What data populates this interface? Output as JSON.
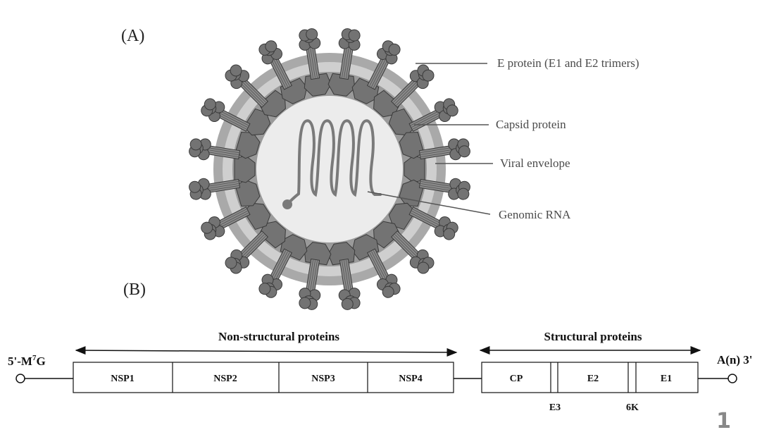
{
  "panel_a": {
    "label": "(A)",
    "annotations": [
      "E protein (E1 and E2 trimers)",
      "Capsid protein",
      "Viral envelope",
      "Genomic RNA"
    ]
  },
  "panel_b": {
    "label": "(B)",
    "five_prime": "5'-M",
    "five_prime_sup": "7",
    "five_prime_suffix": "G",
    "three_prime": "A(n) 3'",
    "nonstructural_title": "Non-structural proteins",
    "structural_title": "Structural proteins",
    "nsp": [
      "NSP1",
      "NSP2",
      "NSP3",
      "NSP4"
    ],
    "sp": [
      "CP",
      "E2",
      "E1"
    ],
    "small_labels": [
      "E3",
      "6K"
    ]
  },
  "page_number": "1",
  "colors": {
    "outer_ring": "#a9a9a9",
    "inner_ring": "#cfcfcf",
    "core": "#ececec",
    "protein": "#737373",
    "protein_edge": "#3a3a3a",
    "rna": "#7a7a7a",
    "text": "#4a4a4a",
    "diagram_text": "#111111"
  }
}
